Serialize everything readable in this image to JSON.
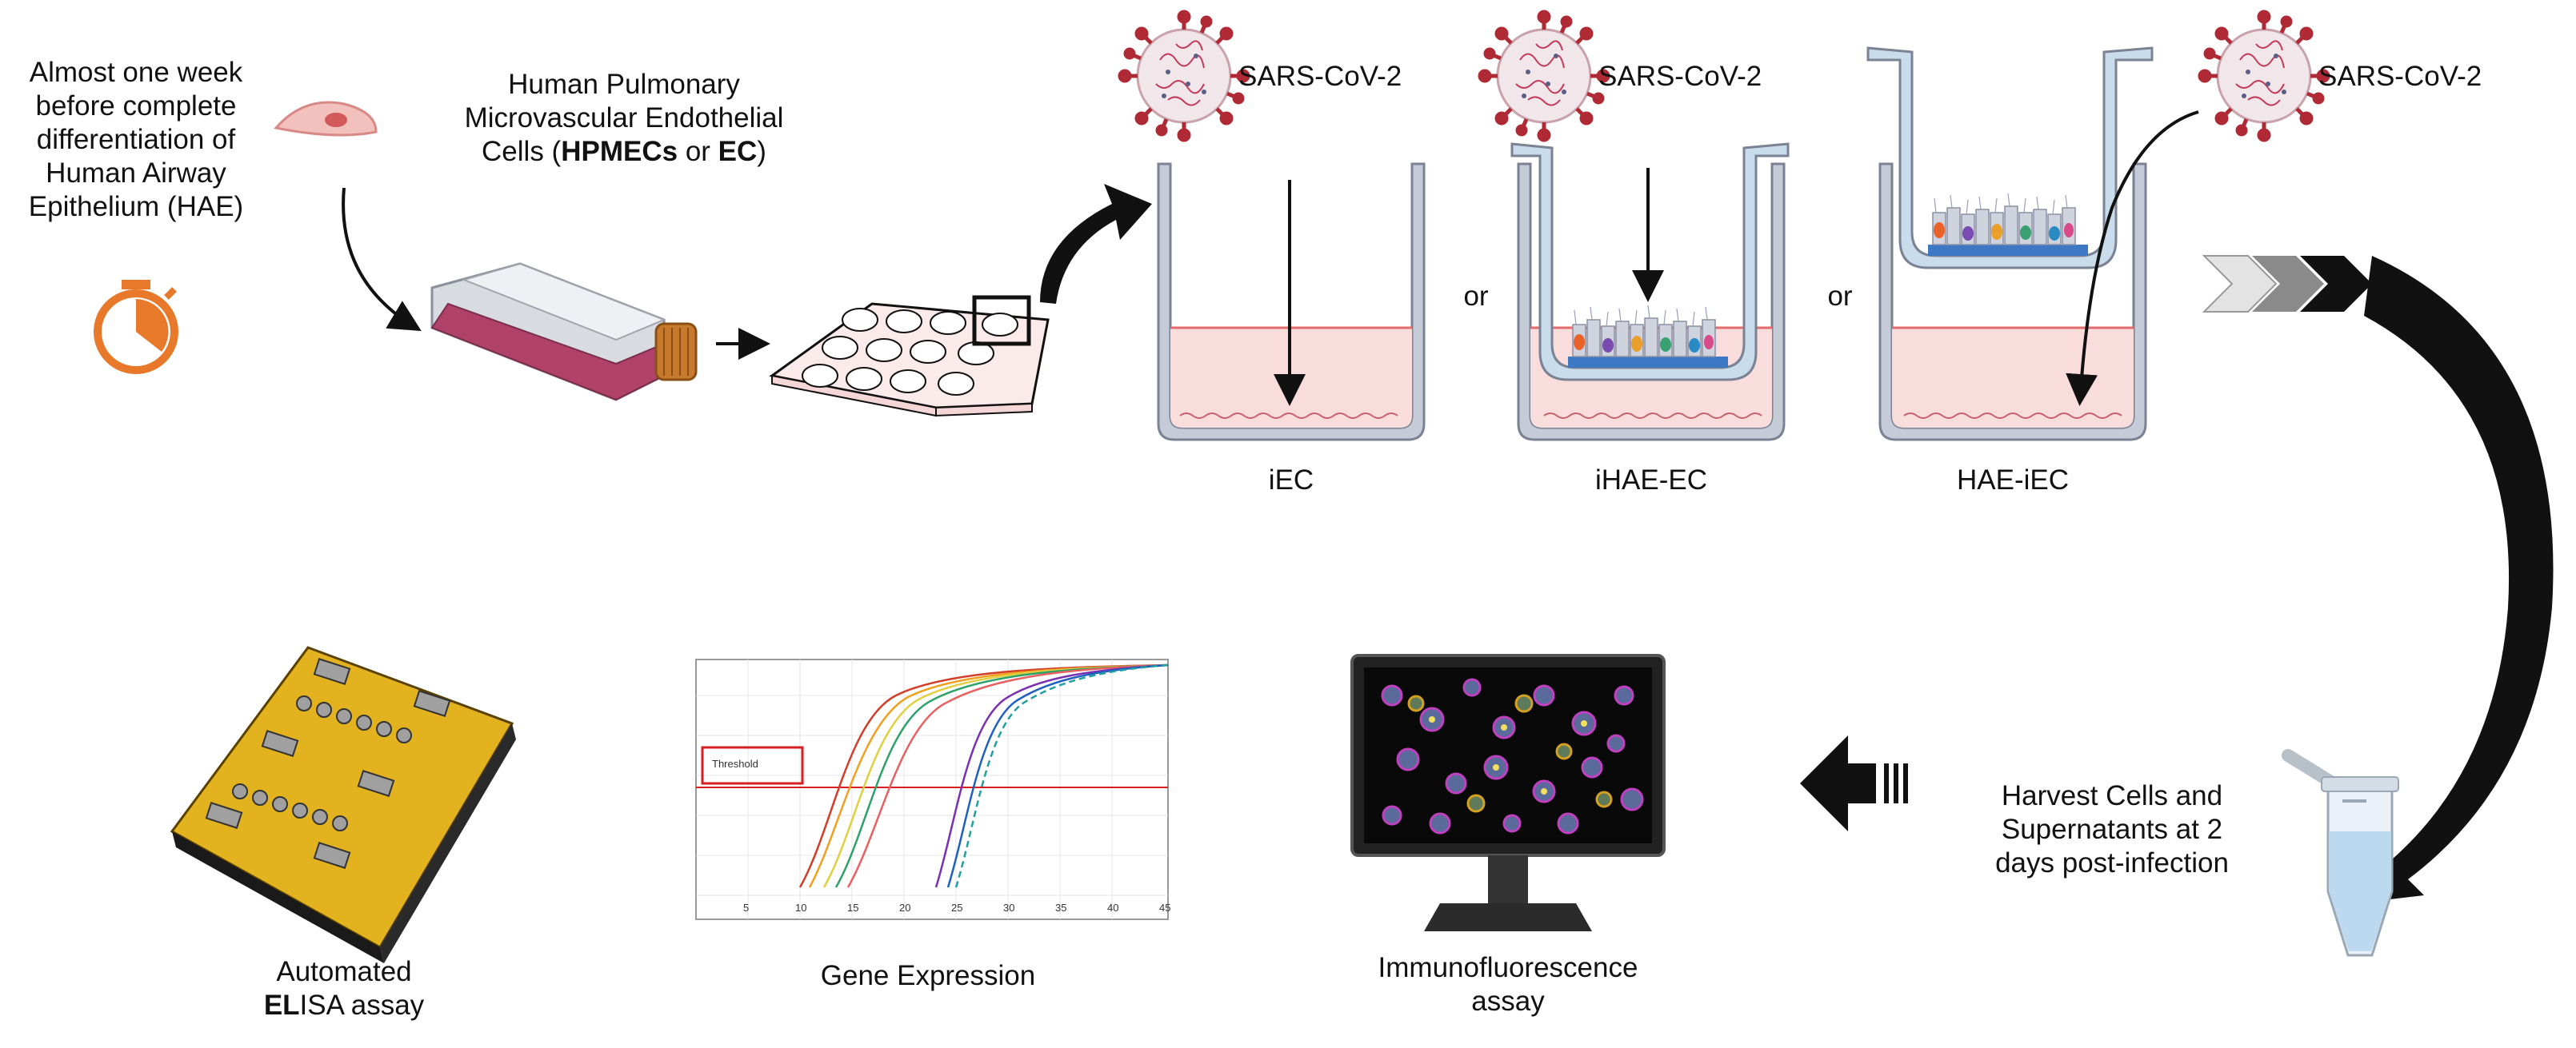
{
  "intro": {
    "timing_text": "Almost one week\nbefore complete\ndifferentiation of\nHuman Airway\nEpithelium (HAE)",
    "cells_text": "Human Pulmonary\nMicrovascular Endothelial\nCells (",
    "cells_bold_1": "HPMECs",
    "cells_mid": " or ",
    "cells_bold_2": "EC",
    "cells_end": ")"
  },
  "models": [
    {
      "virus_label": "SARS-CoV-2",
      "caption": "iEC"
    },
    {
      "virus_label": "SARS-CoV-2",
      "caption": "iHAE-EC"
    },
    {
      "virus_label": "SARS-CoV-2",
      "caption": "HAE-iEC"
    }
  ],
  "connectors": {
    "or_1": "or",
    "or_2": "or"
  },
  "harvest_text": "Harvest Cells and\nSupernatants at 2\ndays post-infection",
  "readouts": {
    "immuno": "Immunofluorescence\nassay",
    "gene": "Gene Expression",
    "elisa_line1": "Automated",
    "elisa_bold": "EL",
    "elisa_rest": "ISA assay"
  },
  "qpcr_plot": {
    "threshold_label": "Threshold",
    "x_ticks": [
      "5",
      "10",
      "15",
      "20",
      "25",
      "30",
      "35",
      "40",
      "45"
    ]
  },
  "colors": {
    "media": "#f9dcdc",
    "well": "#c5ccd8",
    "timer": "#e8782a",
    "virus": "#b02a35",
    "elisa_plate": "#e3b21f",
    "threshold": "#d81e1e"
  }
}
